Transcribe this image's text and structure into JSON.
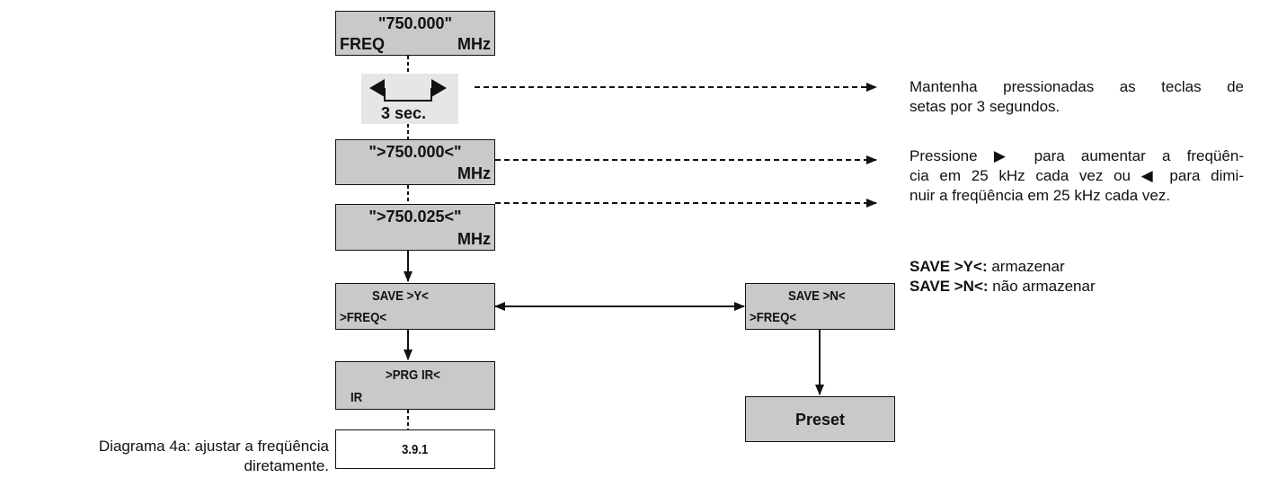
{
  "diagram": {
    "box_freq": {
      "value": "\"750.000\"",
      "label": "FREQ",
      "unit": "MHz"
    },
    "hold_arrows": {
      "duration": "3 sec."
    },
    "box_750000": {
      "value": "\">750.000<\"",
      "unit": "MHz"
    },
    "box_750025": {
      "value": "\">750.025<\"",
      "unit": "MHz"
    },
    "box_save_y": {
      "line1": "SAVE >Y<",
      "line2": ">FREQ<"
    },
    "box_save_n": {
      "line1": "SAVE >N<",
      "line2": ">FREQ<"
    },
    "box_prg_ir": {
      "line1": ">PRG IR<",
      "line2": "IR"
    },
    "box_391": {
      "label": "3.9.1"
    },
    "box_preset": {
      "label": "Preset"
    }
  },
  "notes": {
    "hold_line1": "Mantenha pressionadas as teclas de",
    "hold_line2": "setas por 3 segundos.",
    "press_line1": "Pressione ▶ para aumentar a freqüên-",
    "press_line2": "cia em 25 kHz cada vez ou ◀ para dimi-",
    "press_line3": "nuir a freqüência em 25 kHz cada vez.",
    "save_y_key": "SAVE >Y<:",
    "save_y_text": " armazenar",
    "save_n_key": "SAVE >N<:",
    "save_n_text": " não armazenar"
  },
  "caption": {
    "line1": "Diagrama 4a: ajustar a freqüência",
    "line2": "diretamente."
  },
  "colors": {
    "box_fill": "#c9c9c9",
    "arrow_area_fill": "#e6e6e6",
    "stroke": "#111111"
  }
}
